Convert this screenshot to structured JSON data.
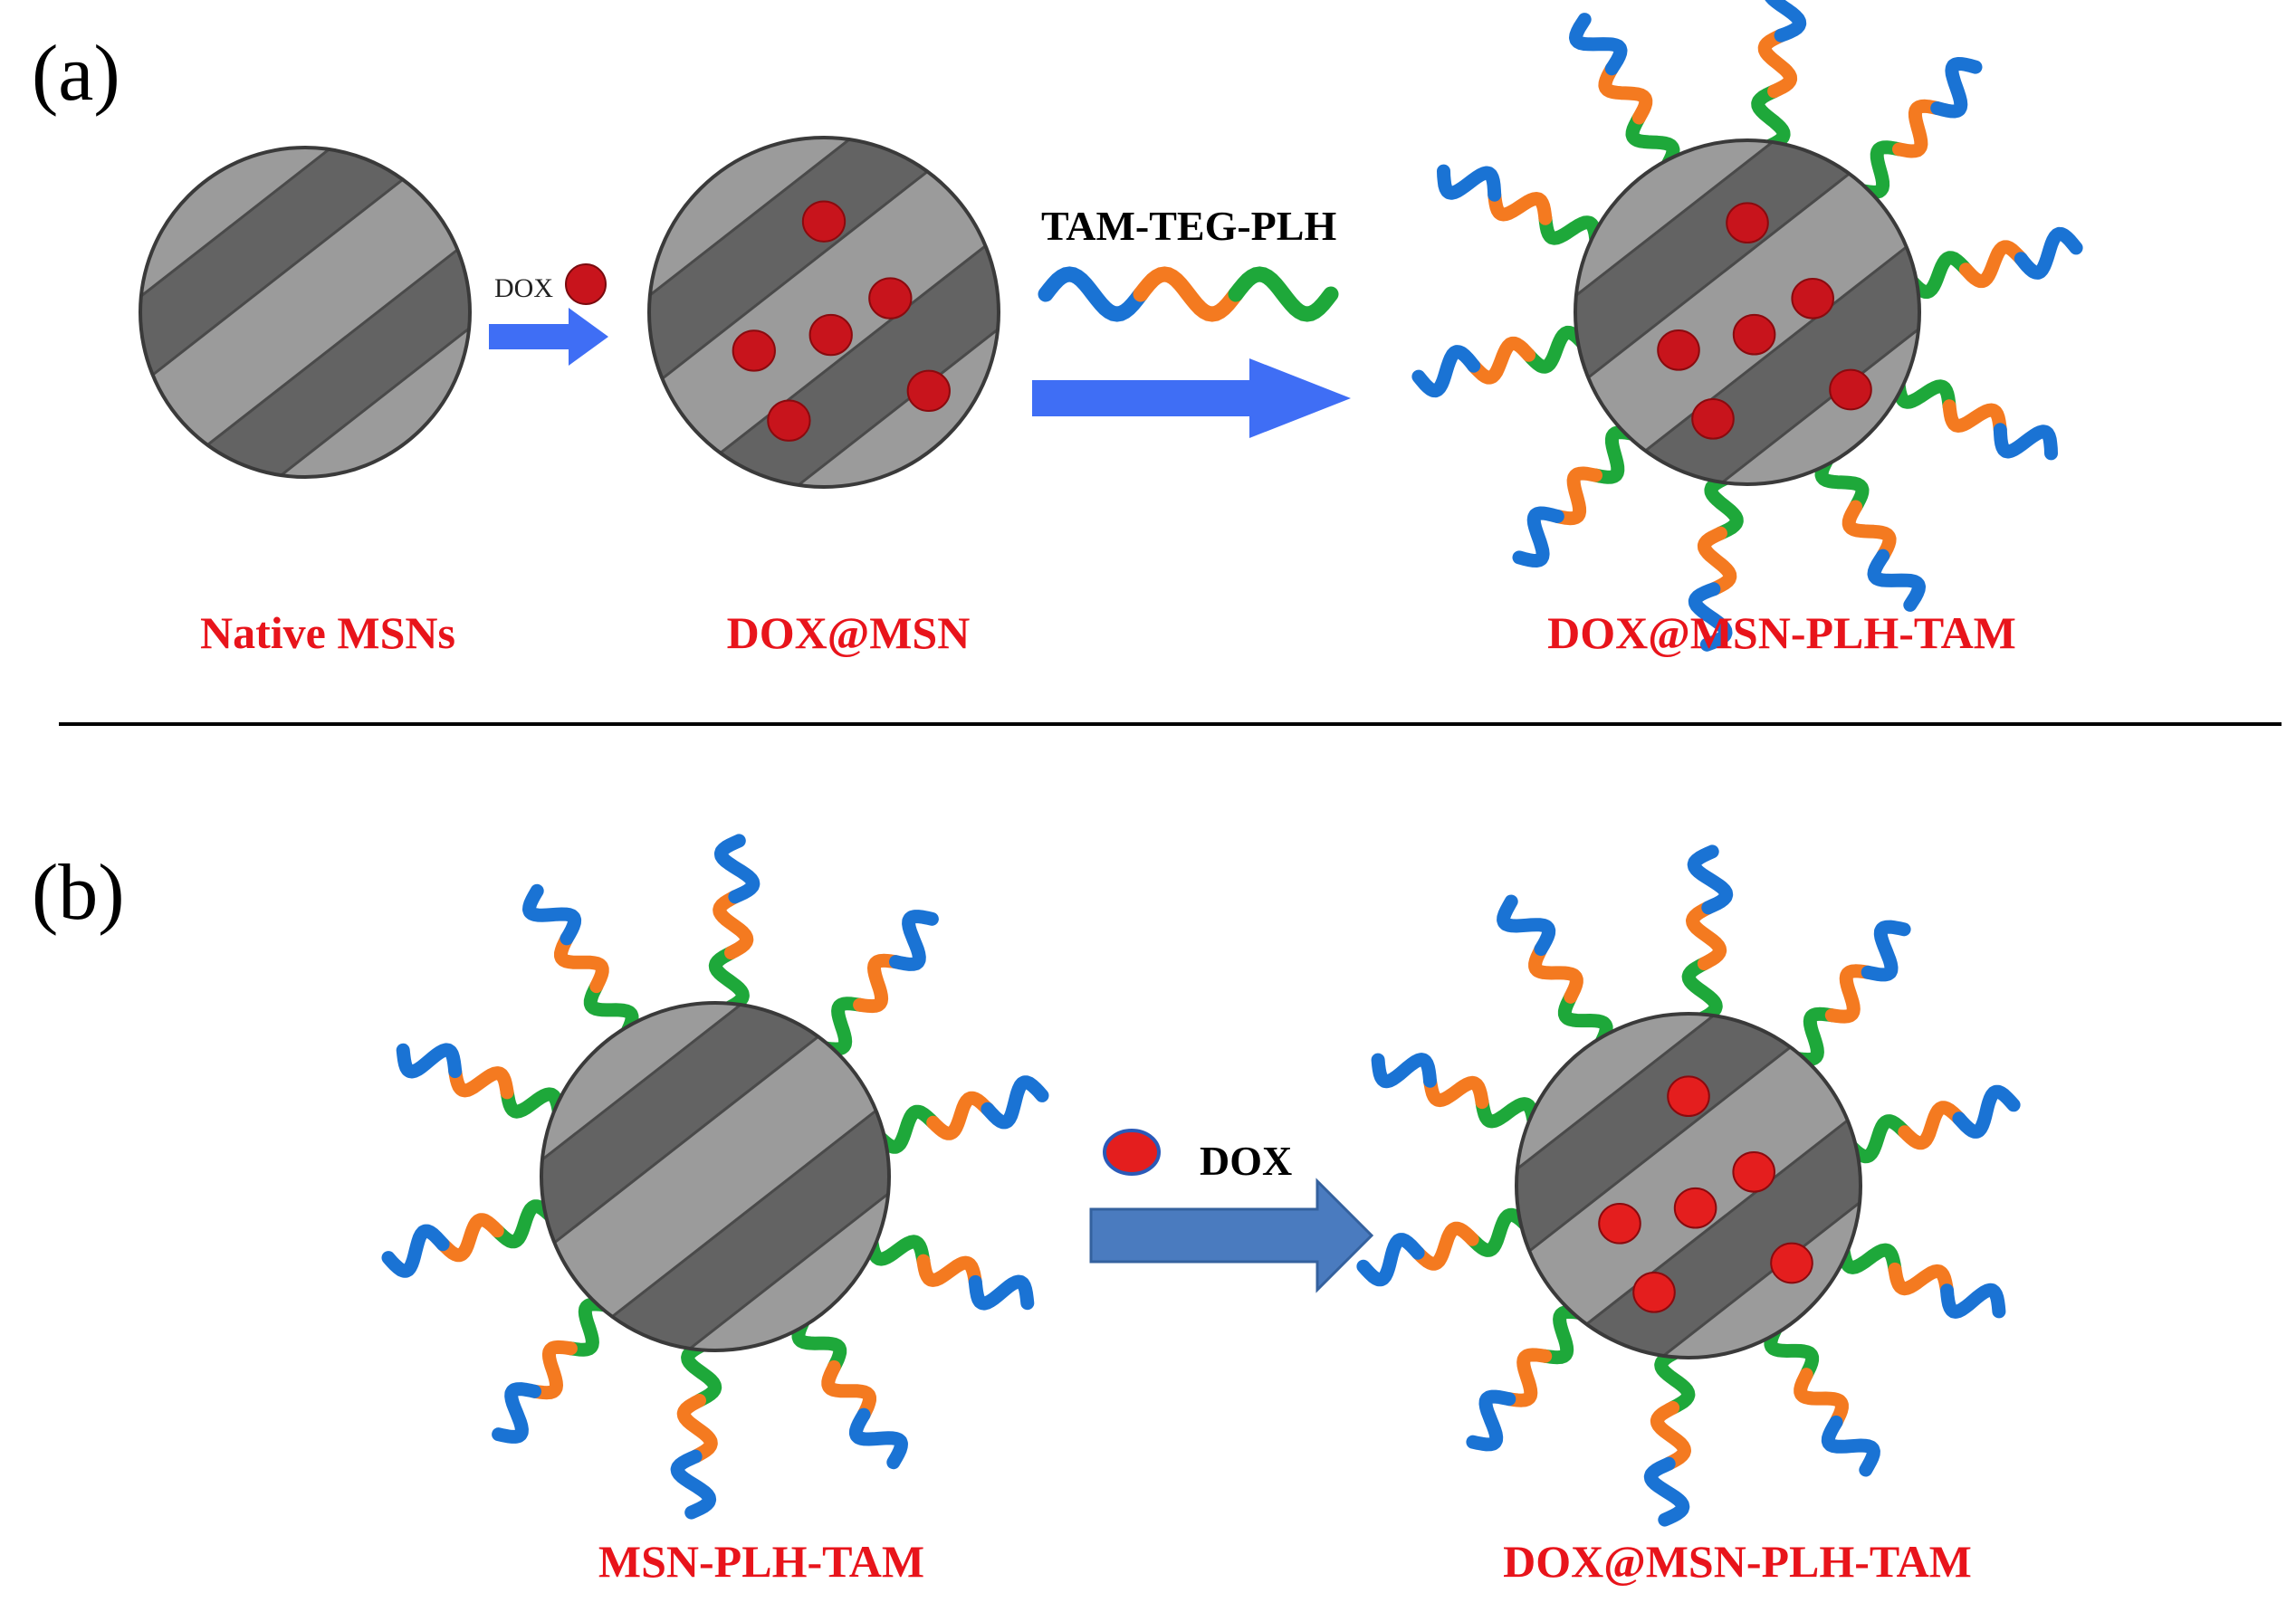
{
  "panels": {
    "a": {
      "label": "(a)",
      "captions": {
        "native": "Native MSNs",
        "loaded": "DOX@MSN",
        "functionalized": "DOX@MSN-PLH-TAM"
      },
      "dox_label": "DOX",
      "reagent_label": "TAM-TEG-PLH"
    },
    "b": {
      "label": "(b)",
      "captions": {
        "functionalized": "MSN-PLH-TAM",
        "loaded": "DOX@MSN-PLH-TAM"
      },
      "dox_label": "DOX"
    }
  },
  "colors": {
    "particle_fill": "#9b9b9b",
    "pore_fill": "#636363",
    "outline": "#3a3a3a",
    "drug": "#c8141c",
    "drug_b": "#e41e1e",
    "segment_blue": "#1a73d4",
    "segment_orange": "#f47a20",
    "segment_green": "#1ea83a",
    "arrow_bright": "#3f6ef5",
    "arrow_muted": "#4a7bbf",
    "caption": "#e8141b",
    "divider": "#000000"
  }
}
